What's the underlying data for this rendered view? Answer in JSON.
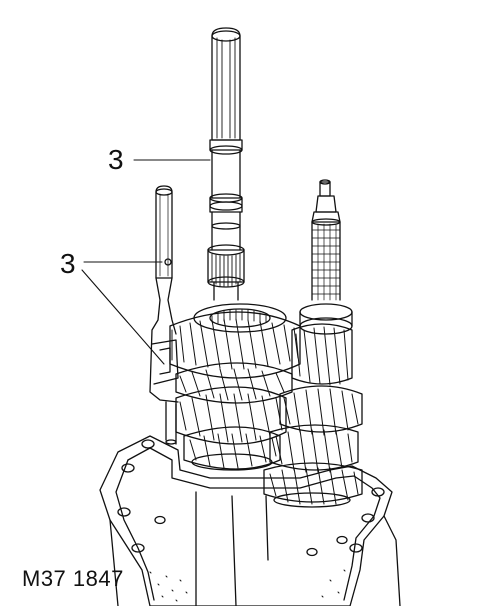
{
  "figure": {
    "code": "M37 1847",
    "callouts": [
      {
        "label": "3"
      },
      {
        "label": "3"
      }
    ]
  },
  "colors": {
    "line": "#111111",
    "background": "#ffffff"
  }
}
